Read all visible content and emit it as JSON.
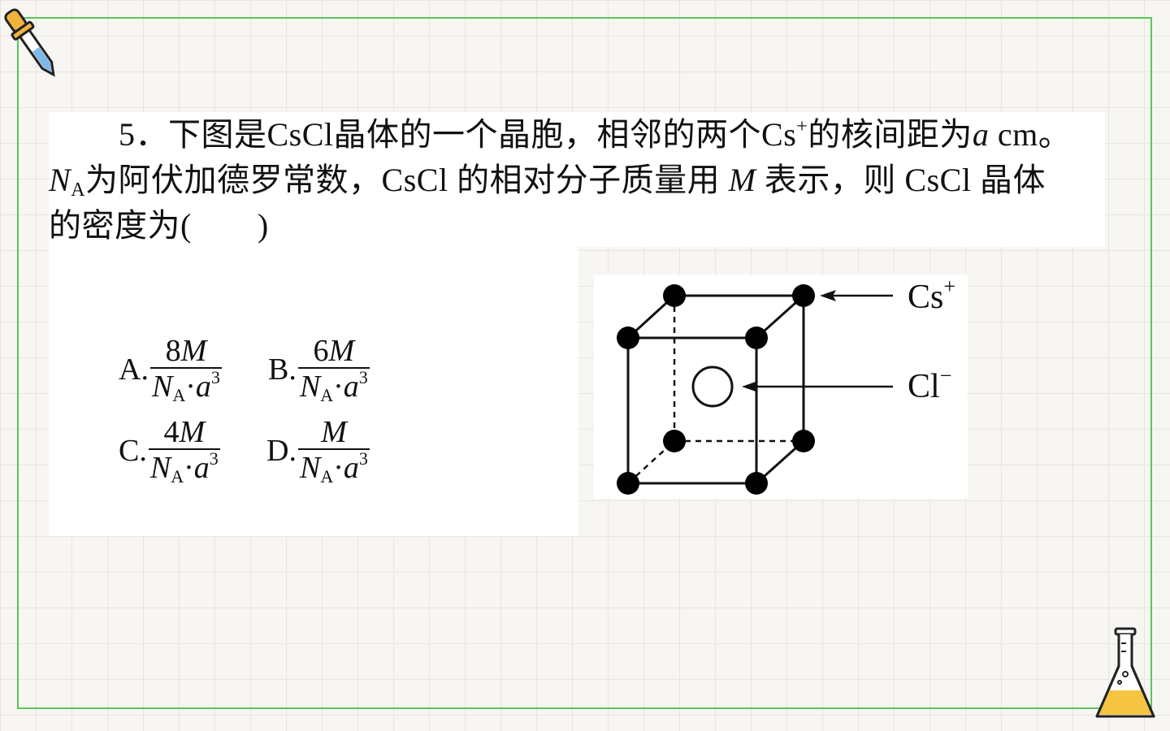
{
  "question": {
    "number": "5",
    "line1_a": "．下图是",
    "line1_b": "CsCl",
    "line1_c": "晶体的一个晶胞，相邻的两个",
    "line1_d": "Cs",
    "line1_sup": "+",
    "line1_e": "的核间距为",
    "line1_var": "a",
    "line1_f": " cm。",
    "line2_var": "N",
    "line2_sub": "A",
    "line2_a": "为阿伏加德罗常数，",
    "line2_b": "CsCl",
    "line2_c": "的相对分子质量用",
    "line2_var2": "M",
    "line2_d": "表示，则",
    "line2_e": "CsCl",
    "line2_f": "晶体",
    "line3": "的密度为(　　)"
  },
  "options": [
    {
      "letter": "A.",
      "numerator_coef": "8",
      "numerator_var": "M"
    },
    {
      "letter": "B.",
      "numerator_coef": "6",
      "numerator_var": "M"
    },
    {
      "letter": "C.",
      "numerator_coef": "4",
      "numerator_var": "M"
    },
    {
      "letter": "D.",
      "numerator_coef": "",
      "numerator_var": "M"
    }
  ],
  "denominator": {
    "n": "N",
    "sub": "A",
    "dot": "·",
    "a": "a",
    "exp": "3"
  },
  "figure": {
    "cs_label": "Cs",
    "cs_sup": "+",
    "cl_label": "Cl",
    "cl_sup": "−"
  },
  "colors": {
    "frame": "#5cc45a",
    "background": "#f7f6f2",
    "flask_liquid": "#f5c542"
  },
  "icons": [
    "dropper-icon",
    "flask-icon"
  ]
}
